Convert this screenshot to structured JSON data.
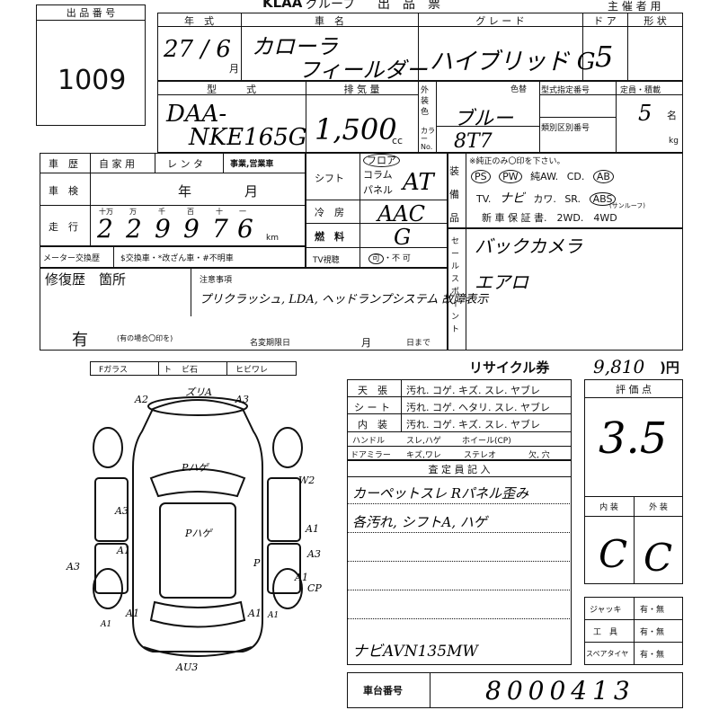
{
  "header": {
    "brand": "KLAA",
    "group": "グループ",
    "exhibit": "出　品　票",
    "organizer": "主 催 者 用"
  },
  "lot": {
    "label": "出 品 番 号",
    "number": "1009"
  },
  "top_labels": {
    "year": "年　式",
    "car": "車　名",
    "grade": "グ レ ー ド",
    "doors": "ド ア",
    "shape": "形 状"
  },
  "year": {
    "value": "27 / 6",
    "unit": "月"
  },
  "car": {
    "line1": "カローラ",
    "line2": "フィールダー"
  },
  "grade": "ハイブリッド G",
  "doors": "5",
  "model_labels": {
    "model": "型　　　式",
    "displacement": "排 気 量",
    "exterior": "外装色",
    "color": "色替",
    "color_code": "カラーNo.",
    "type_no": "型式指定番号",
    "class_no": "類別区別番号",
    "capacity": "定員・積載",
    "kg": "kg"
  },
  "model": {
    "line1": "DAA-",
    "line2": "NKE165G"
  },
  "displacement": {
    "value": "1,500",
    "unit": "cc"
  },
  "color": {
    "value": "ブルー",
    "code": "8T7"
  },
  "capacity": {
    "value": "5",
    "unit": "名"
  },
  "history": {
    "label": "車　歴",
    "private": "自 家 用",
    "rental": "レ ン タ",
    "business": "事業,営業車"
  },
  "inspection": {
    "label": "車　検",
    "year": "年",
    "month": "月"
  },
  "mileage": {
    "label": "走　行",
    "units": [
      "十万",
      "万",
      "千",
      "百",
      "十",
      "一"
    ],
    "digits": [
      "2",
      "2",
      "9",
      "9",
      "7",
      "6"
    ],
    "unit": "km"
  },
  "meter": {
    "label": "メーター交換歴",
    "note": "$交換車・*改ざん車・#不明車"
  },
  "specs": {
    "shift": "シフト",
    "floor": "フロア",
    "column": "コラム",
    "panel": "パネル",
    "shift_value": "AT",
    "ac": "冷　房",
    "ac_value": "AAC",
    "fuel": "燃　料",
    "fuel_value": "G",
    "tv": "TV視聴",
    "tv_opt1": "可",
    "tv_opt2": "・不 可"
  },
  "equipment": {
    "label": "装備品",
    "note": "※純正のみ〇印を下さい。",
    "row1": [
      "PS",
      "PW",
      "純AW.",
      "CD.",
      "AB"
    ],
    "row2": [
      "TV.",
      "ナビ",
      "カワ.",
      "SR.",
      "ABS"
    ],
    "sunroof": "(サンルーフ)",
    "row3": "新 車 保 証 書.　2WD.　4WD"
  },
  "sales_point": {
    "label": "セールスポイント",
    "line1": "バックカメラ",
    "line2": "エアロ"
  },
  "repair": {
    "label": "修復歴　箇所",
    "value": "有",
    "note": "(有の場合〇印を)",
    "deadline": "名変期限日",
    "month": "月",
    "day": "日まで"
  },
  "notes": {
    "label": "注意事項",
    "text": "プリクラッシュ, LDA, ヘッドランプシステム 故障表示"
  },
  "recycle": {
    "label": "リサイクル券",
    "value": "9,810",
    "unit": ")円"
  },
  "glass": {
    "f": "Fガラス",
    "to": "ト",
    "stone": "ビ石",
    "crack": "ヒビワレ"
  },
  "interior_check": {
    "rows": [
      {
        "label": "天　張",
        "items": "汚れ. コゲ. キズ. スレ. ヤブレ"
      },
      {
        "label": "シ ー ト",
        "items": "汚れ. コゲ. ヘタリ. スレ. ヤブレ"
      },
      {
        "label": "内　装",
        "items": "汚れ. コゲ. キズ. スレ. ヤブレ"
      }
    ],
    "handle": "ハンドル",
    "handle_items": "スレ,ハゲ",
    "wheel": "ホイール(CP)",
    "mirror": "ドアミラー",
    "mirror_items": "キズ,ワレ",
    "stereo": "ステレオ",
    "stereo_items": "欠, 穴"
  },
  "inspector": {
    "label": "査 定 員 記 入",
    "lines": [
      "カーペットスレ Rパネル歪み",
      "各汚れ, シフトA, ハゲ"
    ],
    "navi": "ナビAVN135MW"
  },
  "rating": {
    "label": "評 価 点",
    "score": "3.5",
    "interior": "内 装",
    "exterior": "外 装",
    "interior_value": "C",
    "exterior_value": "C"
  },
  "tools": [
    {
      "label": "ジャッキ",
      "value": "有・無"
    },
    {
      "label": "工　具",
      "value": "有・無"
    },
    {
      "label": "スペアタイヤ",
      "value": "有・無"
    }
  ],
  "chassis": {
    "label": "車台番号",
    "value": "8000413"
  },
  "diagram": {
    "labels": [
      "A2",
      "ズリA",
      "A3",
      "Pハゲ",
      "W2",
      "Pハゲ",
      "A3",
      "A1",
      "A1",
      "A3",
      "A1",
      "A3",
      "P",
      "CP",
      "A1",
      "A1",
      "A1",
      "A1",
      "AU3"
    ]
  }
}
